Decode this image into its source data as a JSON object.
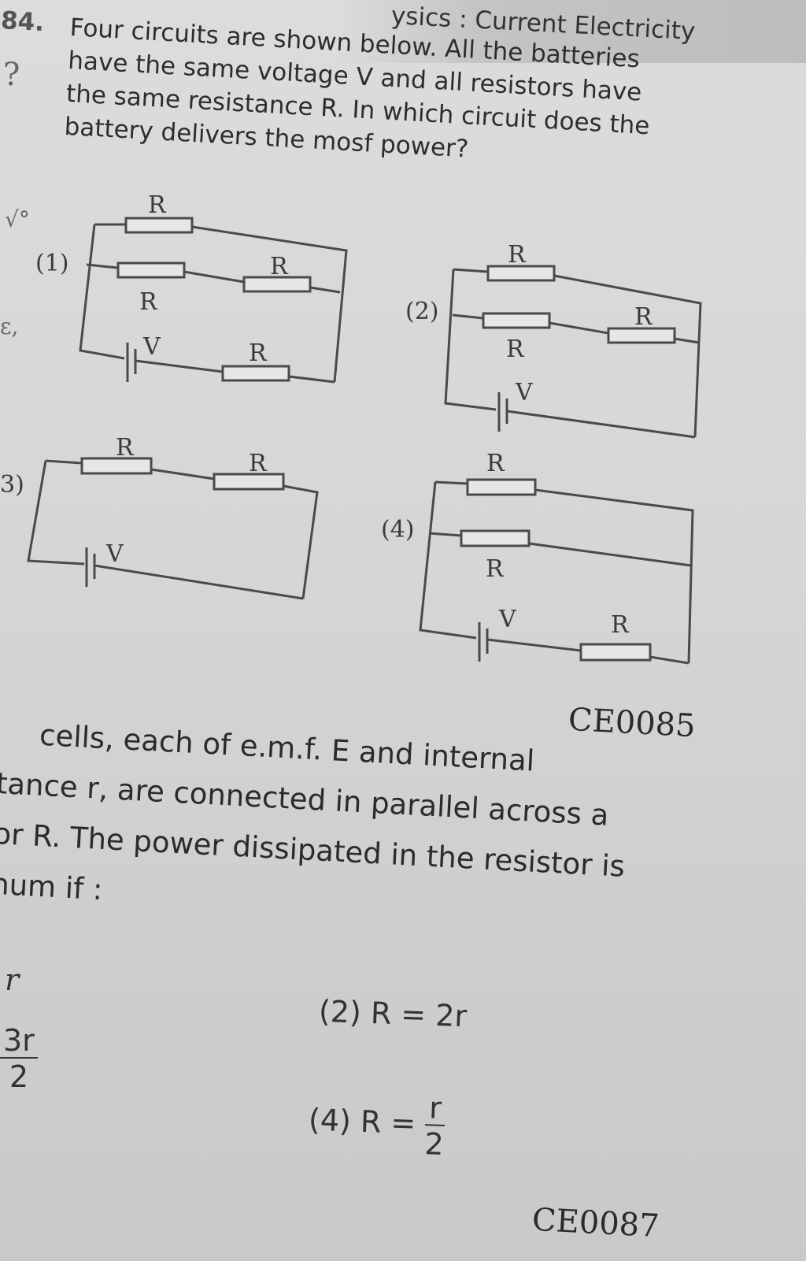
{
  "header": {
    "title": "ysics : Current Electricity"
  },
  "margin_notes": [
    "?",
    "√°",
    "ε,"
  ],
  "question84": {
    "number": "84.",
    "lines": [
      "Four circuits are shown below. All the batteries",
      "have the same voltage V and all resistors have",
      "the same resistance R. In which circuit does the",
      "battery delivers the mosf power?"
    ],
    "circuit_labels": [
      "(1)",
      "(2)",
      "3)",
      "(4)"
    ],
    "resistor_label": "R",
    "battery_label": "V"
  },
  "code_85": "CE0085",
  "question86": {
    "lines": [
      "cells, each of e.m.f. E and internal",
      "tance r, are connected in parallel across a",
      "or R. The power dissipated in the resistor is",
      "num if :"
    ],
    "options": {
      "opt1_partial": "r",
      "opt2": "(2) R = 2r",
      "opt3_num": "3r",
      "opt3_den": "2",
      "opt4_prefix": "(4) R =",
      "opt4_num": "r",
      "opt4_den": "2"
    }
  },
  "code_87": "CE0087"
}
